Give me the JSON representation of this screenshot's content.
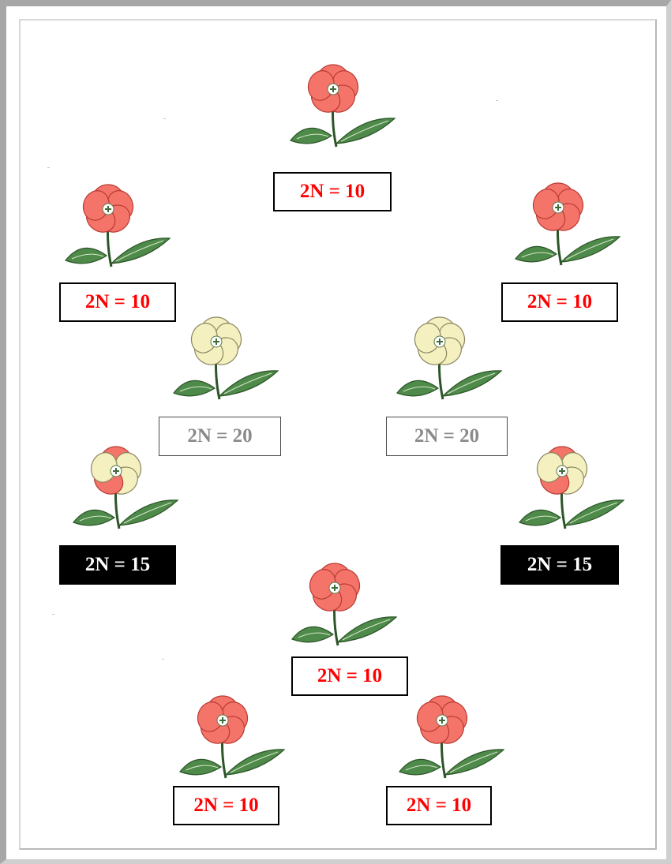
{
  "colors": {
    "red_petal": "#f4746a",
    "red_petal_edge": "#b83a33",
    "yellow_petal": "#f4f0c0",
    "yellow_petal_edge": "#8a8660",
    "leaf": "#4e8a4a",
    "leaf_edge": "#2c5528",
    "label_red_text": "#ff0000",
    "label_gray_text": "#8a8a8a"
  },
  "nodes": [
    {
      "id": "top",
      "flower": "red-flower",
      "label": "2N = 10",
      "style": "red"
    },
    {
      "id": "left-upper",
      "flower": "red-flower",
      "label": "2N = 10",
      "style": "red"
    },
    {
      "id": "right-upper",
      "flower": "red-flower",
      "label": "2N = 10",
      "style": "red"
    },
    {
      "id": "left-middle",
      "flower": "yellow-flower",
      "label": "2N = 20",
      "style": "gray"
    },
    {
      "id": "right-middle",
      "flower": "yellow-flower",
      "label": "2N = 20",
      "style": "gray"
    },
    {
      "id": "left-lower",
      "flower": "hybrid-flower",
      "label": "2N = 15",
      "style": "black"
    },
    {
      "id": "right-lower",
      "flower": "hybrid-flower",
      "label": "2N = 15",
      "style": "black"
    },
    {
      "id": "bottom-center",
      "flower": "red-flower",
      "label": "2N = 10",
      "style": "red"
    },
    {
      "id": "bottom-left",
      "flower": "red-flower",
      "label": "2N = 10",
      "style": "red"
    },
    {
      "id": "bottom-right",
      "flower": "red-flower",
      "label": "2N = 10",
      "style": "red"
    }
  ]
}
